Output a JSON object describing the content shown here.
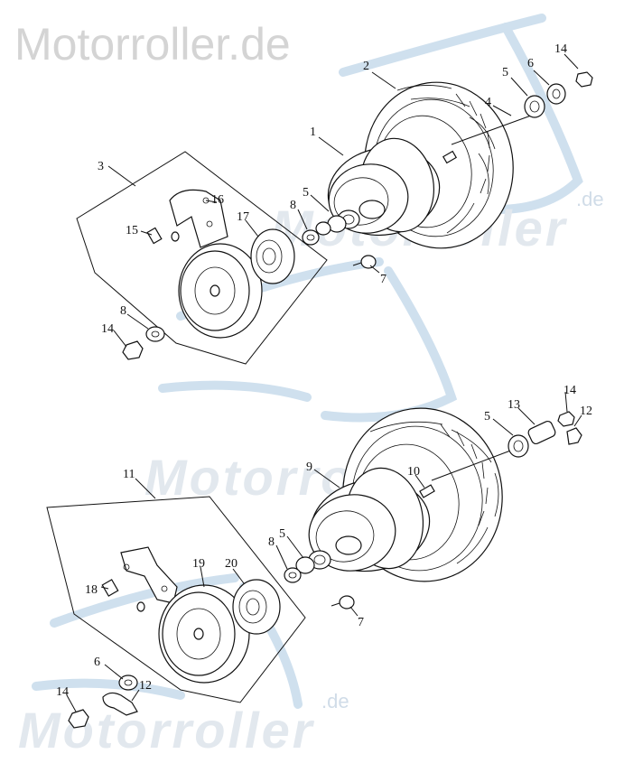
{
  "watermark": {
    "header": "Motorroller.de",
    "logo_main": "Motorroller",
    "logo_suffix": ".de"
  },
  "callouts": {
    "c1": "1",
    "c2": "2",
    "c3": "3",
    "c4": "4",
    "c5a": "5",
    "c5b": "5",
    "c6": "6",
    "c14a": "14",
    "c7a": "7",
    "c8a": "8",
    "c8b": "8",
    "c14b": "14",
    "c15": "15",
    "c16": "16",
    "c17": "17",
    "c5c": "5",
    "c13": "13",
    "c14c": "14",
    "c12a": "12",
    "c9": "9",
    "c10": "10",
    "c11": "11",
    "c5d": "5",
    "c8c": "8",
    "c7b": "7",
    "c18": "18",
    "c19": "19",
    "c20": "20",
    "c6b": "6",
    "c12b": "12",
    "c14d": "14"
  }
}
